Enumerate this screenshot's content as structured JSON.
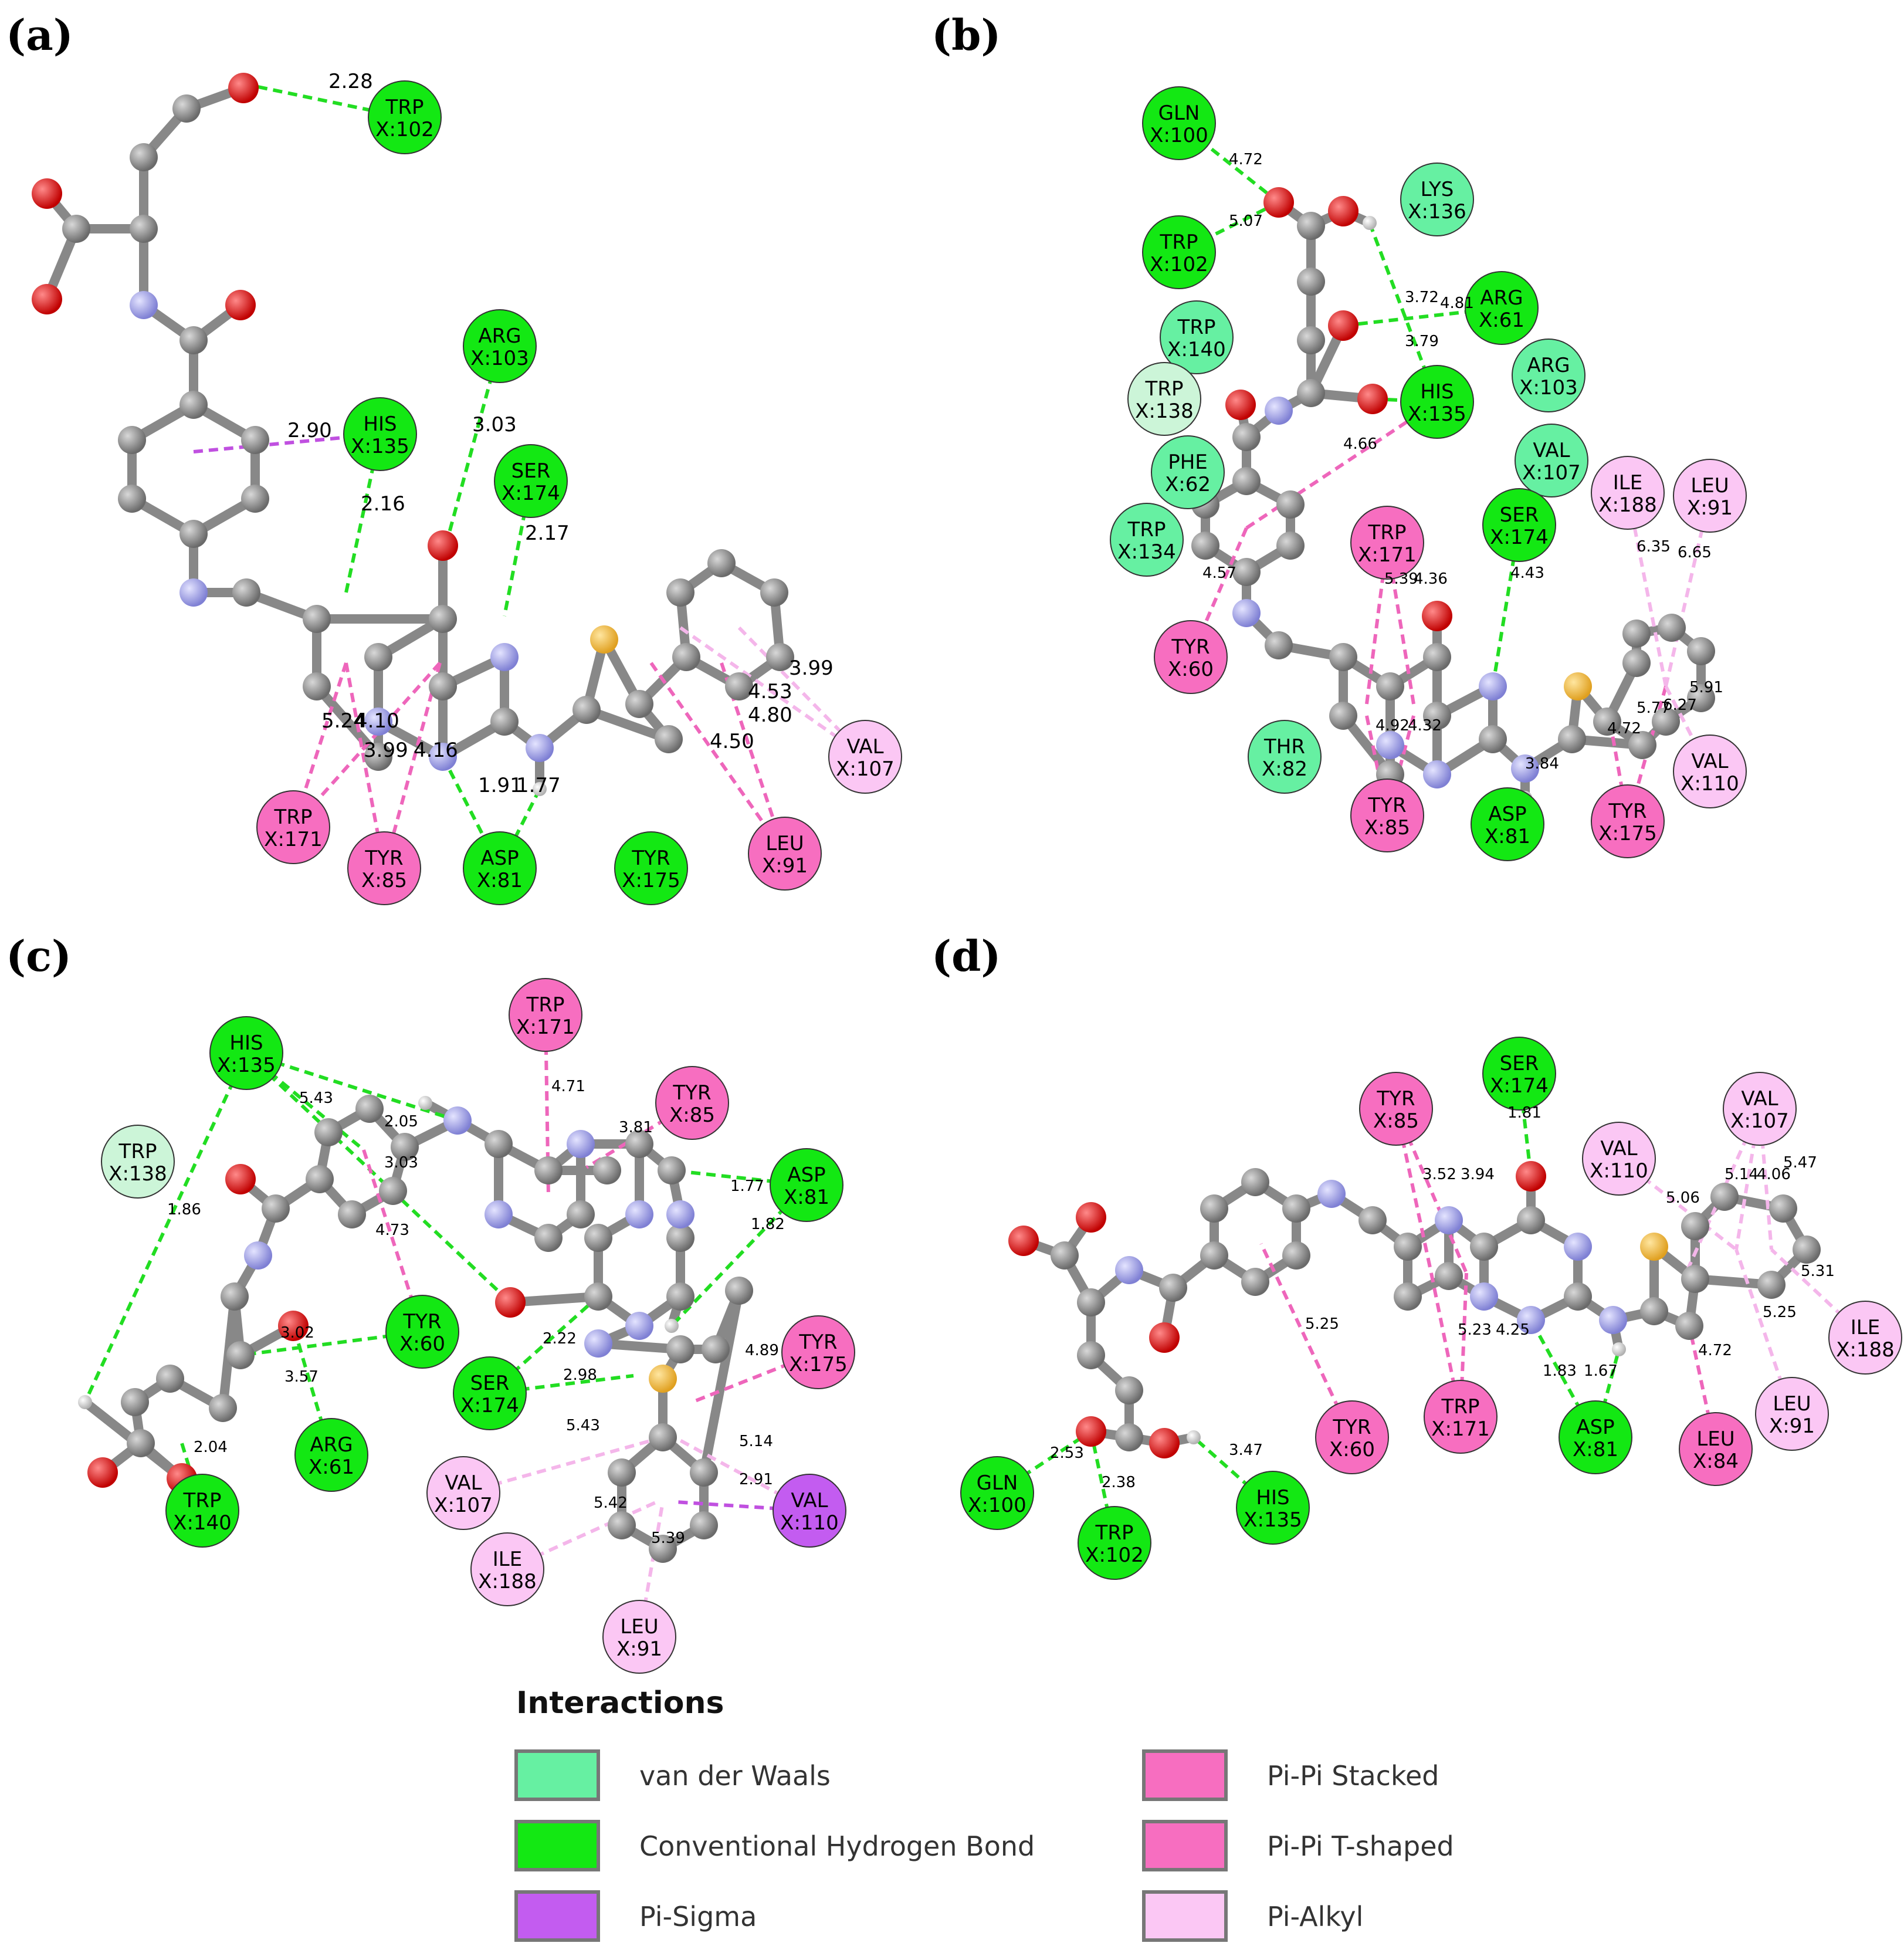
{
  "colors": {
    "van_der_waals": "#66f0a2",
    "hbond": "#13e813",
    "pi_sigma": "#c35cf0",
    "pi_pi_stacked": "#f76ec0",
    "pi_pi_tshaped": "#f76ec0",
    "pi_alkyl": "#fbc7f4",
    "carbon": "#8c8c8c",
    "nitrogen": "#9fa0e8",
    "oxygen": "#e82020",
    "sulfur": "#f3c04a",
    "hydrogen": "#f2f2f2"
  },
  "panels": [
    {
      "label": "(a)",
      "residues": [
        {
          "name": "TRP",
          "id": "X:102",
          "type": "hbond"
        },
        {
          "name": "ARG",
          "id": "X:103",
          "type": "hbond"
        },
        {
          "name": "HIS",
          "id": "X:135",
          "type": "hbond"
        },
        {
          "name": "SER",
          "id": "X:174",
          "type": "hbond"
        },
        {
          "name": "VAL",
          "id": "X:107",
          "type": "pi_alkyl"
        },
        {
          "name": "TRP",
          "id": "X:171",
          "type": "pi_pi_stacked"
        },
        {
          "name": "TYR",
          "id": "X:85",
          "type": "pi_pi_stacked"
        },
        {
          "name": "ASP",
          "id": "X:81",
          "type": "hbond"
        },
        {
          "name": "TYR",
          "id": "X:175",
          "type": "hbond"
        },
        {
          "name": "LEU",
          "id": "X:91",
          "type": "pi_pi_stacked"
        }
      ],
      "distances": [
        "2.28",
        "2.90",
        "3.03",
        "2.16",
        "2.17",
        "3.99",
        "4.53",
        "4.80",
        "4.50",
        "5.24",
        "4.10",
        "3.99",
        "4.16",
        "1.91",
        "1.77"
      ]
    },
    {
      "label": "(b)",
      "residues": [
        {
          "name": "GLN",
          "id": "X:100",
          "type": "hbond"
        },
        {
          "name": "LYS",
          "id": "X:136",
          "type": "van_der_waals"
        },
        {
          "name": "TRP",
          "id": "X:102",
          "type": "hbond"
        },
        {
          "name": "ARG",
          "id": "X:61",
          "type": "hbond"
        },
        {
          "name": "TRP",
          "id": "X:140",
          "type": "van_der_waals"
        },
        {
          "name": "ARG",
          "id": "X:103",
          "type": "van_der_waals"
        },
        {
          "name": "TRP",
          "id": "X:138",
          "type": "van_der_waals_light"
        },
        {
          "name": "HIS",
          "id": "X:135",
          "type": "hbond"
        },
        {
          "name": "PHE",
          "id": "X:62",
          "type": "van_der_waals"
        },
        {
          "name": "VAL",
          "id": "X:107",
          "type": "van_der_waals"
        },
        {
          "name": "ILE",
          "id": "X:188",
          "type": "pi_alkyl"
        },
        {
          "name": "LEU",
          "id": "X:91",
          "type": "pi_alkyl"
        },
        {
          "name": "TRP",
          "id": "X:171",
          "type": "pi_pi_stacked"
        },
        {
          "name": "SER",
          "id": "X:174",
          "type": "hbond"
        },
        {
          "name": "TRP",
          "id": "X:134",
          "type": "van_der_waals"
        },
        {
          "name": "TYR",
          "id": "X:60",
          "type": "pi_pi_stacked"
        },
        {
          "name": "THR",
          "id": "X:82",
          "type": "van_der_waals"
        },
        {
          "name": "TYR",
          "id": "X:85",
          "type": "pi_pi_stacked"
        },
        {
          "name": "ASP",
          "id": "X:81",
          "type": "hbond"
        },
        {
          "name": "TYR",
          "id": "X:175",
          "type": "pi_pi_stacked"
        },
        {
          "name": "VAL",
          "id": "X:110",
          "type": "pi_alkyl"
        }
      ],
      "distances": [
        "4.72",
        "5.07",
        "3.72",
        "4.81",
        "3.79",
        "4.66",
        "4.57",
        "5.39",
        "4.36",
        "4.43",
        "6.35",
        "6.65",
        "4.92",
        "4.32",
        "3.84",
        "4.72",
        "5.77",
        "6.27",
        "5.91"
      ]
    },
    {
      "label": "(c)",
      "residues": [
        {
          "name": "HIS",
          "id": "X:135",
          "type": "hbond"
        },
        {
          "name": "TRP",
          "id": "X:171",
          "type": "pi_pi_stacked"
        },
        {
          "name": "TYR",
          "id": "X:85",
          "type": "pi_pi_stacked"
        },
        {
          "name": "TRP",
          "id": "X:138",
          "type": "van_der_waals_light"
        },
        {
          "name": "ASP",
          "id": "X:81",
          "type": "hbond"
        },
        {
          "name": "TYR",
          "id": "X:60",
          "type": "hbond"
        },
        {
          "name": "TYR",
          "id": "X:175",
          "type": "pi_pi_stacked"
        },
        {
          "name": "SER",
          "id": "X:174",
          "type": "hbond"
        },
        {
          "name": "ARG",
          "id": "X:61",
          "type": "hbond"
        },
        {
          "name": "TRP",
          "id": "X:140",
          "type": "hbond"
        },
        {
          "name": "VAL",
          "id": "X:107",
          "type": "pi_alkyl"
        },
        {
          "name": "VAL",
          "id": "X:110",
          "type": "pi_sigma"
        },
        {
          "name": "ILE",
          "id": "X:188",
          "type": "pi_alkyl"
        },
        {
          "name": "LEU",
          "id": "X:91",
          "type": "pi_alkyl"
        }
      ],
      "distances": [
        "5.43",
        "2.05",
        "3.03",
        "4.71",
        "3.81",
        "1.77",
        "1.82",
        "1.86",
        "4.73",
        "3.02",
        "3.57",
        "2.22",
        "2.04",
        "2.98",
        "4.89",
        "5.43",
        "5.14",
        "2.91",
        "5.42",
        "5.39"
      ]
    },
    {
      "label": "(d)",
      "residues": [
        {
          "name": "SER",
          "id": "X:174",
          "type": "hbond"
        },
        {
          "name": "TYR",
          "id": "X:85",
          "type": "pi_pi_stacked"
        },
        {
          "name": "VAL",
          "id": "X:107",
          "type": "pi_alkyl"
        },
        {
          "name": "VAL",
          "id": "X:110",
          "type": "pi_alkyl"
        },
        {
          "name": "ILE",
          "id": "X:188",
          "type": "pi_alkyl"
        },
        {
          "name": "LEU",
          "id": "X:91",
          "type": "pi_alkyl"
        },
        {
          "name": "TYR",
          "id": "X:60",
          "type": "pi_pi_stacked"
        },
        {
          "name": "TRP",
          "id": "X:171",
          "type": "pi_pi_stacked"
        },
        {
          "name": "ASP",
          "id": "X:81",
          "type": "hbond"
        },
        {
          "name": "LEU",
          "id": "X:84",
          "type": "pi_pi_stacked"
        },
        {
          "name": "GLN",
          "id": "X:100",
          "type": "hbond"
        },
        {
          "name": "TRP",
          "id": "X:102",
          "type": "hbond"
        },
        {
          "name": "HIS",
          "id": "X:135",
          "type": "hbond"
        }
      ],
      "distances": [
        "1.81",
        "3.52",
        "3.94",
        "4.06",
        "5.14",
        "5.47",
        "5.06",
        "5.31",
        "5.25",
        "5.25",
        "5.23",
        "4.25",
        "1.83",
        "1.67",
        "4.72",
        "2.53",
        "2.38",
        "3.47"
      ]
    }
  ],
  "legend": {
    "title": "Interactions",
    "items": [
      {
        "label": "van der Waals",
        "type": "van_der_waals"
      },
      {
        "label": "Pi-Pi Stacked",
        "type": "pi_pi_stacked"
      },
      {
        "label": "Conventional Hydrogen Bond",
        "type": "hbond"
      },
      {
        "label": "Pi-Pi T-shaped",
        "type": "pi_pi_tshaped"
      },
      {
        "label": "Pi-Sigma",
        "type": "pi_sigma"
      },
      {
        "label": "Pi-Alkyl",
        "type": "pi_alkyl"
      }
    ]
  }
}
